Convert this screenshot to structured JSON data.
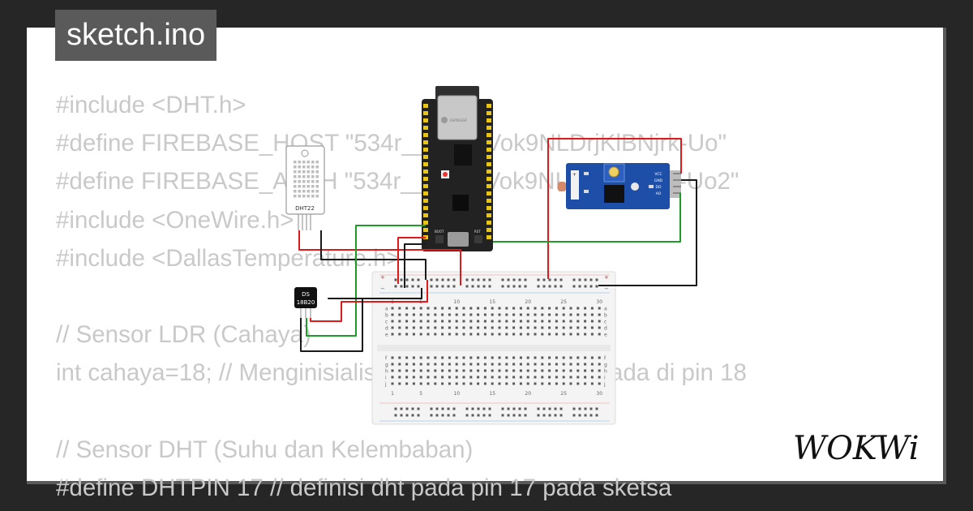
{
  "filename": "sketch.ino",
  "code_lines": [
    "#include <DHT.h>",
    "#define FIREBASE_HOST \"534r__DLJtrVok9NLDrjKlBNjrk-Uo\"",
    "#define FIREBASE_AUTH \"534r__DLJtrVok9NLDrjKlBNjrk-Uo2\"",
    "#include <OneWire.h>",
    "#include <DallasTemperature.h>",
    "",
    "// Sensor LDR (Cahaya)",
    "int cahaya=18; // Menginisialisasi sensor cahaya berada di pin 18",
    "",
    "// Sensor DHT (Suhu dan Kelembaban)",
    "#define DHTPIN 17 // definisi dht pada pin 17 pada sketsa"
  ],
  "parts": {
    "dht_label": "DHT22",
    "ds_label_top": "DS",
    "ds_label_bottom": "18B20",
    "boot_label": "BOOT",
    "rst_label": "RST",
    "module_pins": [
      "VCC",
      "GND",
      "DO",
      "AO"
    ],
    "breadboard_rows": [
      "a",
      "b",
      "c",
      "d",
      "e",
      "f",
      "g",
      "h",
      "i",
      "j"
    ],
    "breadboard_cols_top": [
      "1",
      "5",
      "10",
      "15",
      "20",
      "25",
      "30"
    ],
    "breadboard_cols_bottom": [
      "1",
      "5",
      "10",
      "15",
      "20",
      "25",
      "30"
    ]
  },
  "brand": "WOKWi",
  "colors": {
    "background": "#262626",
    "card": "#ffffff",
    "code_text": "#c9c9c9",
    "title_box": "#5a5a5a",
    "wire_red": "#e0191b",
    "wire_green": "#1f9b28",
    "wire_black": "#1a1a1a",
    "board": "#222222",
    "module": "#1e4fa8"
  }
}
